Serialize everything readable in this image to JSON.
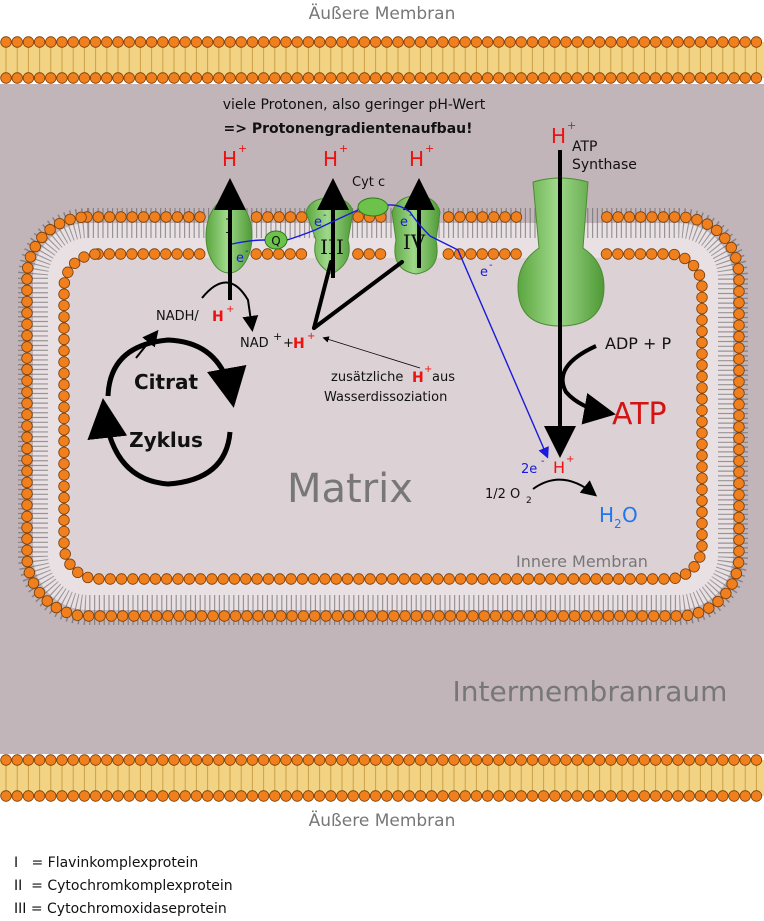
{
  "labels": {
    "outer_membrane_top": "Äußere Membran",
    "outer_membrane_bottom": "Äußere Membran",
    "inner_membrane": "Innere Membran",
    "matrix": "Matrix",
    "intermembrane_space": "Intermembranraum",
    "many_protons": "viele Protonen, also geringer pH-Wert",
    "gradient": "=> Protonengradientenaufbau!",
    "proton": "H",
    "plus": "+",
    "electron": "e",
    "minus": "-",
    "cyt_c": "Cyt c",
    "q": "Q",
    "complex_i": "I",
    "complex_iii": "III",
    "complex_iv": "IV",
    "atp_synthase_line1": "ATP",
    "atp_synthase_line2": "Synthase",
    "nadh": "NADH/",
    "nad": "NAD",
    "plus_sign": "+",
    "additional": "zusätzliche",
    "additional_aus": "aus",
    "water_dissociation": "Wasserdissoziation",
    "citrate": "Citrat",
    "cycle": "Zyklus",
    "adp_p": "ADP + P",
    "atp": "ATP",
    "two_e": "2e",
    "half_o2": "1/2 O",
    "o2_sub": "2",
    "h2o_h": "H",
    "h2o_sub": "2",
    "h2o_o": "O"
  },
  "legend": [
    "I   = Flavinkomplexprotein",
    "II  = Cytochromkomplexprotein",
    "III = Cytochromoxidaseprotein"
  ],
  "colors": {
    "membrane_head": "#f07f1e",
    "membrane_tail": "#f2d383",
    "intermembrane": "#c2b5b9",
    "matrix": "#dcd2d5",
    "protein": "#7cc15f",
    "proton": "#ee1111",
    "electron_path": "#1a1adc",
    "atp_red": "#d41414",
    "water_blue": "#2277ee",
    "label_gray": "#777777"
  }
}
